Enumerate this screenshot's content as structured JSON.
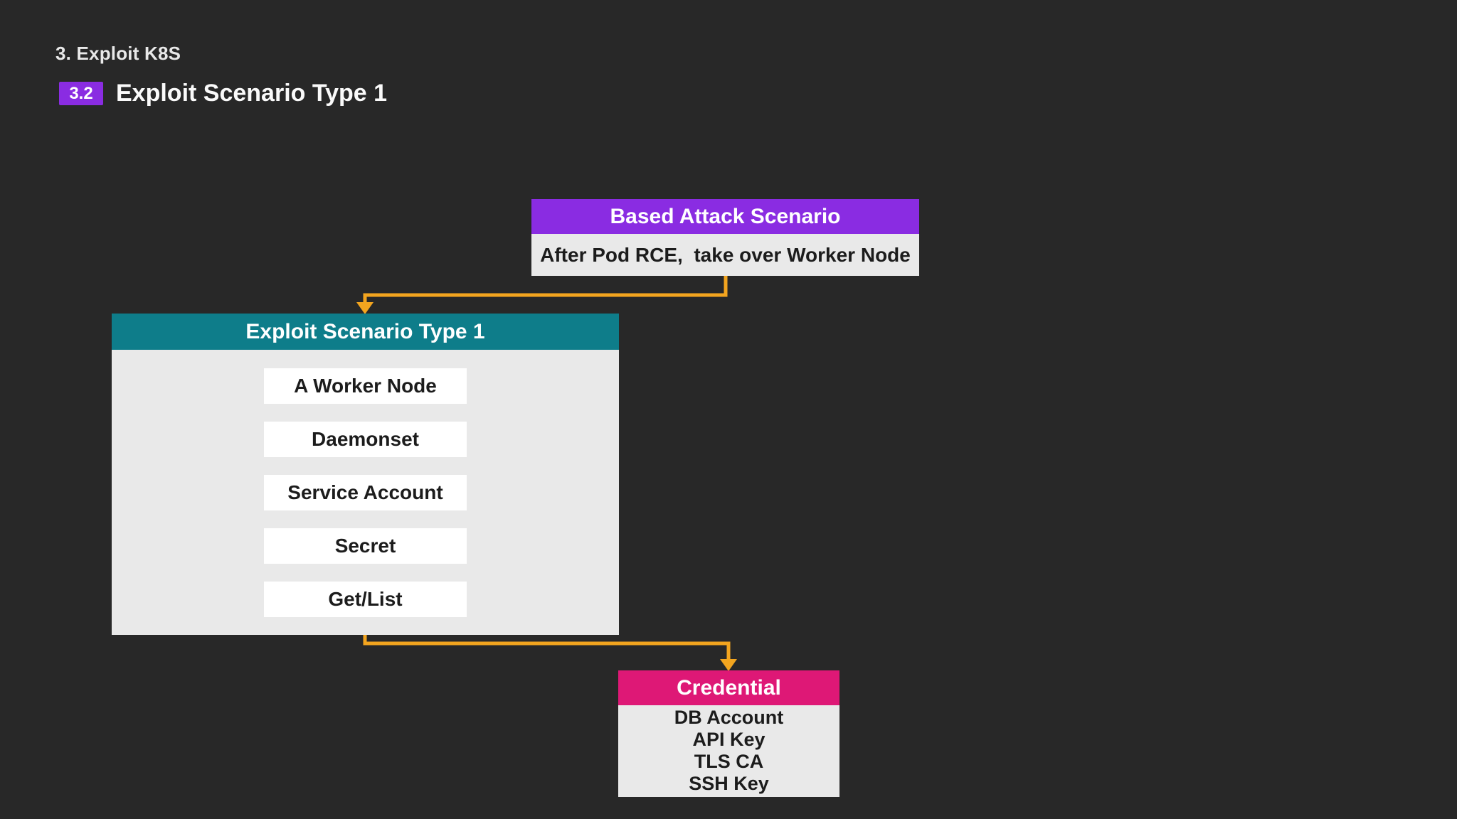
{
  "slide": {
    "section_label": "3. Exploit K8S",
    "badge": "3.2",
    "title": "Exploit Scenario Type 1"
  },
  "nodes": {
    "based_attack": {
      "title": "Based Attack Scenario",
      "body": "After Pod RCE,  take over Worker Node",
      "header_color": "#8A2CE2"
    },
    "exploit_scenario": {
      "title": "Exploit Scenario Type 1",
      "header_color": "#0E7D8A",
      "items": [
        "A Worker Node",
        "Daemonset",
        "Service Account",
        "Secret",
        "Get/List"
      ]
    },
    "credential": {
      "title": "Credential",
      "header_color": "#DE1876",
      "items": [
        "DB Account",
        "API Key",
        "TLS CA",
        "SSH Key"
      ]
    }
  },
  "connectors": [
    {
      "from": "based_attack",
      "to": "exploit_scenario",
      "style": "elbow",
      "color": "#F3A51F"
    },
    {
      "from": "exploit_scenario",
      "to": "credential",
      "style": "elbow",
      "color": "#F3A51F"
    }
  ],
  "colors": {
    "background": "#282828",
    "panel_body": "#E9E9E9",
    "item_box": "#FFFFFF",
    "accent_purple": "#8A2CE2",
    "accent_teal": "#0E7D8A",
    "accent_pink": "#DE1876",
    "connector_orange": "#F3A51F",
    "text_dark": "#1C1C1C",
    "text_light": "#FFFFFF"
  }
}
